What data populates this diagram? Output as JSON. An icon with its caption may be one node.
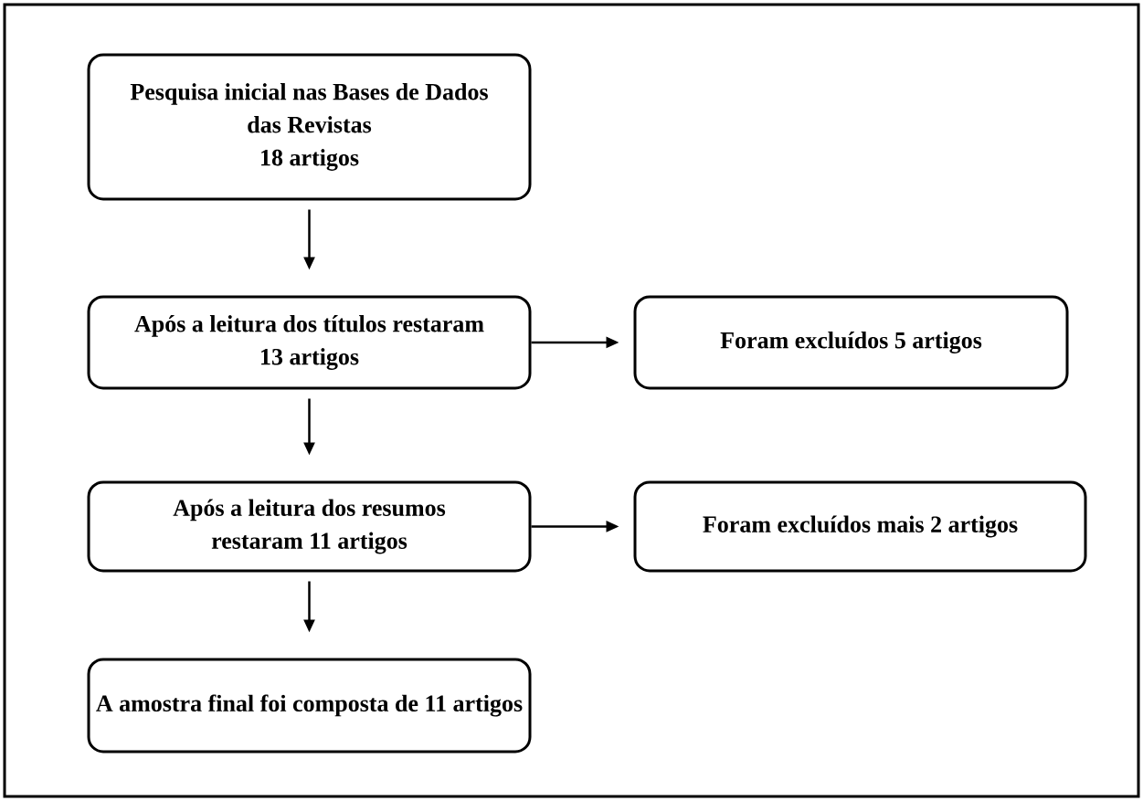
{
  "diagram": {
    "nodes": [
      {
        "text": [
          "Pesquisa inicial nas Bases de Dados das Revistas",
          "18 artigos"
        ]
      },
      {
        "text": [
          "Após a leitura dos títulos restaram 13 artigos"
        ]
      },
      {
        "text": [
          "Foram excluídos 5 artigos"
        ]
      },
      {
        "text": [
          "Após a leitura dos resumos restaram 11 artigos"
        ]
      },
      {
        "text": [
          "Foram excluídos mais 2 artigos"
        ]
      },
      {
        "text": [
          "A amostra final foi composta de 11 artigos"
        ]
      }
    ],
    "edges": [
      {
        "from": 0,
        "to": 1,
        "arrow": "to"
      },
      {
        "from": 1,
        "to": 2,
        "arrow": "to"
      },
      {
        "from": 1,
        "to": 3,
        "arrow": "to"
      },
      {
        "from": 3,
        "to": 4,
        "arrow": "to"
      },
      {
        "from": 3,
        "to": 5,
        "arrow": "to"
      }
    ]
  }
}
